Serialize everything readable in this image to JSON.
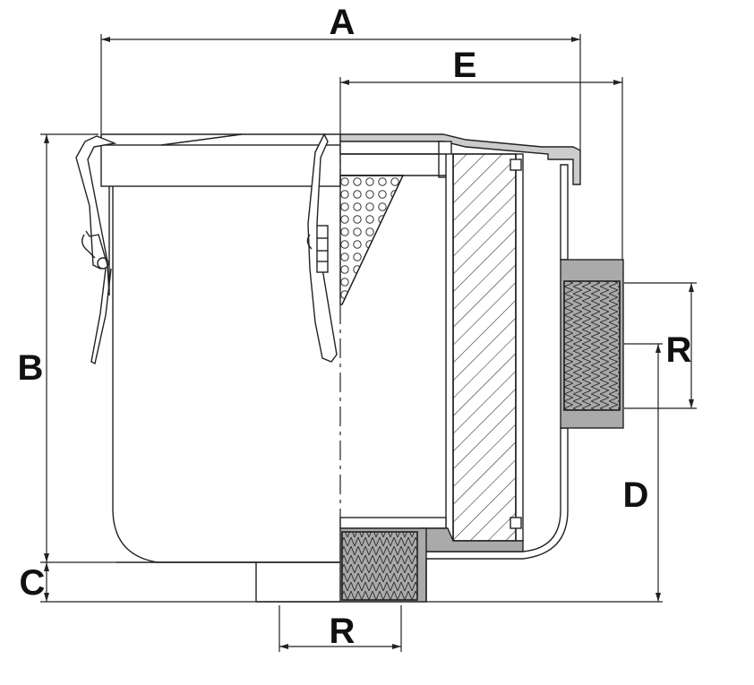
{
  "dimensions": {
    "A": "A",
    "B": "B",
    "C": "C",
    "D": "D",
    "E": "E",
    "R_side": "R",
    "R_bottom": "R"
  },
  "colors": {
    "line": "#222222",
    "shading": "#bbbbbb",
    "background": "#ffffff"
  }
}
